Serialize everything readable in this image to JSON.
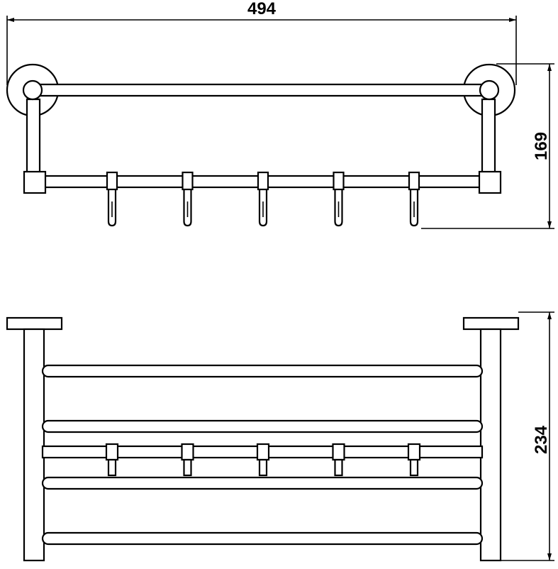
{
  "dimensions": {
    "width_label": "494",
    "height_label": "169",
    "depth_label": "234"
  },
  "hooks_count": 5
}
